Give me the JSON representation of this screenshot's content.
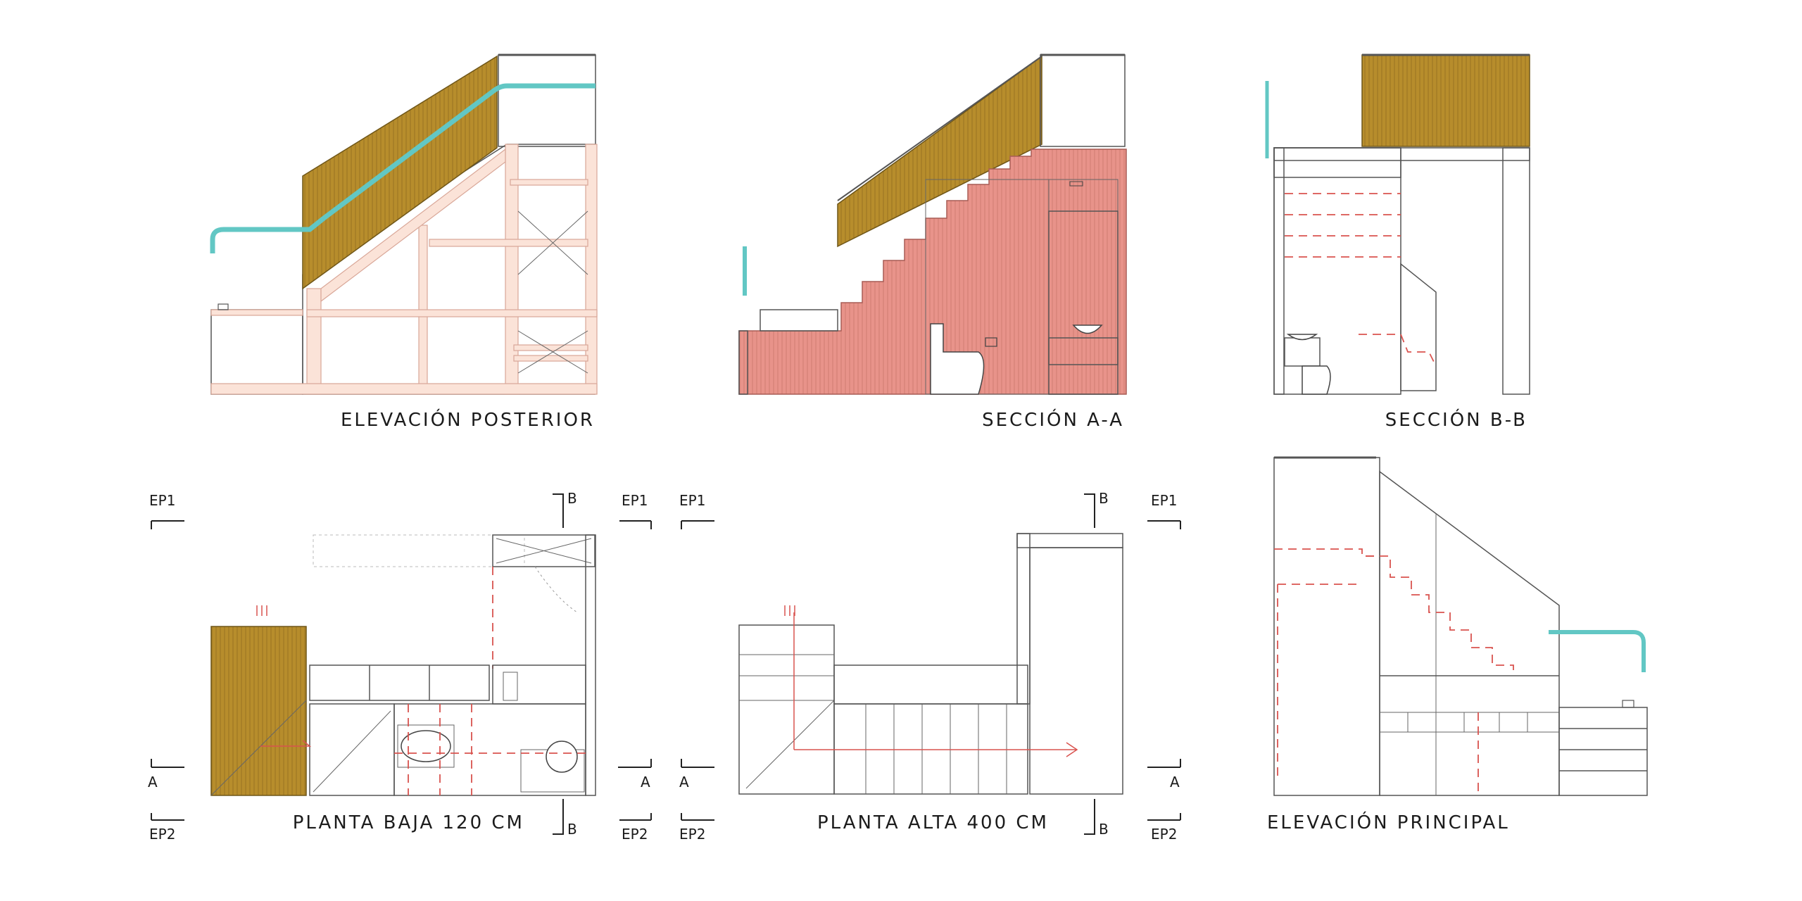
{
  "colors": {
    "ochre": "#b78d2c",
    "sand": "#dcc597",
    "salmon": "#e8938a",
    "pink": "#fbe3d8",
    "glass": "#e9ecef",
    "aqua": "#8fe1dd",
    "aqua_light": "#c9f0ee",
    "teal_rail": "#62c7c4"
  },
  "views": {
    "rear_elevation": "ELEVACIÓN POSTERIOR",
    "section_aa": "SECCIÓN A-A",
    "section_bb": "SECCIÓN B-B",
    "ground_plan": "PLANTA BAJA 120 CM",
    "upper_plan": "PLANTA ALTA 400 CM",
    "main_elevation": "ELEVACIÓN PRINCIPAL"
  },
  "markers": {
    "ep1": "EP1",
    "ep2": "EP2",
    "a": "A",
    "b": "B"
  }
}
